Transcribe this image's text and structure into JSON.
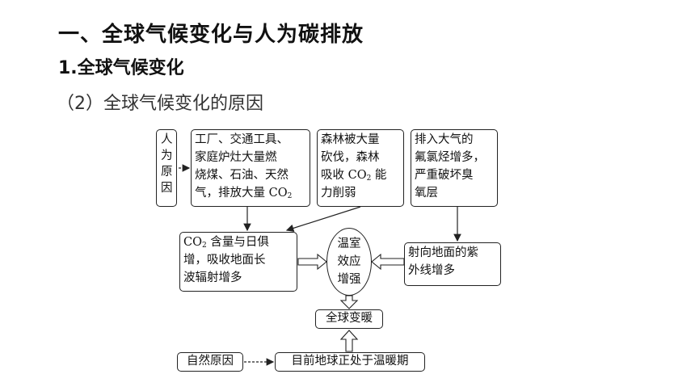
{
  "headings": {
    "section": "一、全球气候变化与人为碳排放",
    "subsection": "1.全球气候变化",
    "item": "（2）全球气候变化的原因"
  },
  "diagram": {
    "human_causes": "人为原因",
    "fuel_burning": {
      "line1": "工厂、交通工具、",
      "line2": "家庭炉灶大量燃",
      "line3": "烧煤、石油、天然",
      "line4_prefix": "气，排放大量 CO",
      "line4_sub": "2"
    },
    "deforestation": {
      "line1": "森林被大量",
      "line2": "砍伐，森林",
      "line3_prefix": "吸收 CO",
      "line3_sub": "2",
      "line3_suffix": " 能",
      "line4": "力削弱"
    },
    "cfc": {
      "line1": "排入大气的",
      "line2": "氟氯烃增多，",
      "line3": "严重破坏臭",
      "line4": "氧层"
    },
    "co2_increase": {
      "line1_prefix": "CO",
      "line1_sub": "2",
      "line1_suffix": " 含量与日俱",
      "line2": "增，吸收地面长",
      "line3": "波辐射增多"
    },
    "greenhouse": {
      "line1": "温室",
      "line2": "效应",
      "line3": "增强"
    },
    "uv_increase": {
      "line1": "射向地面的紫",
      "line2": "外线增多"
    },
    "global_warming": "全球变暖",
    "natural_causes": "自然原因",
    "warm_period": "目前地球正处于温暖期"
  }
}
